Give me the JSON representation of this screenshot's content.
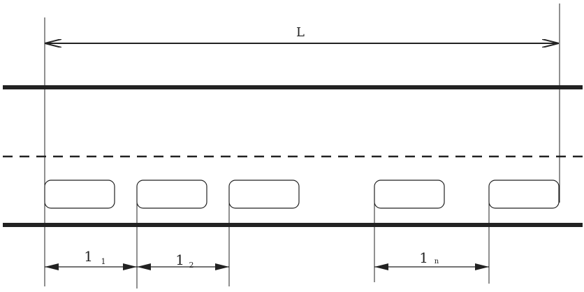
{
  "labels": {
    "total_length": "L",
    "spacing_1_main": "1",
    "spacing_1_sub": "1",
    "spacing_2_main": "1",
    "spacing_2_sub": "2",
    "spacing_n_main": "1",
    "spacing_n_sub": "n"
  },
  "colors": {
    "line": "#222222",
    "background": "#ffffff"
  }
}
